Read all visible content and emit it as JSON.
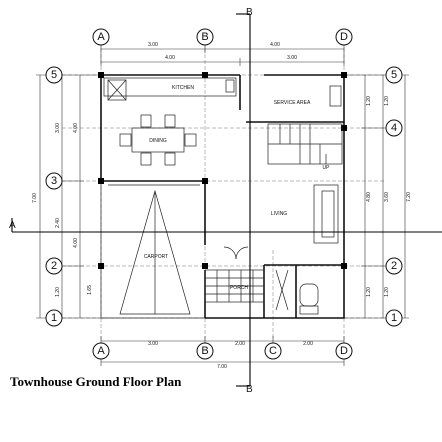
{
  "caption": "Townhouse Ground Floor Plan",
  "grid_bubbles": {
    "columns": [
      "A",
      "B",
      "C",
      "D"
    ],
    "rows": [
      "5",
      "4",
      "3",
      "2",
      "1"
    ]
  },
  "rooms": {
    "kitchen": "KITCHEN",
    "service_area": "SERVICE AREA",
    "dining": "DINING",
    "living": "LIVING",
    "carport": "CARPORT",
    "porch": "PORCH",
    "stair_up": "UP"
  },
  "dimensions": {
    "top_outer_1": "3.00",
    "top_outer_2": "4.00",
    "top_inner_1": "4.00",
    "top_inner_2": "3.00",
    "bottom_1": "3.00",
    "bottom_2": "2.00",
    "bottom_3": "2.00",
    "bottom_total": "7.00",
    "left_total": "7.00",
    "left_a": "3.00",
    "left_b": "2.40",
    "left_c": "1.20",
    "left_d": "4.00",
    "left_e": "1.65",
    "right_total": "7.20",
    "right_a": "1.20",
    "right_b": "1.20",
    "right_c": "4.80",
    "right_d": "3.60",
    "right_e": "1.20",
    "right_f": "1.20"
  },
  "section_marks": {
    "vertical": "B",
    "horizontal": "A"
  },
  "colors": {
    "line": "#111111",
    "background": "#ffffff"
  }
}
